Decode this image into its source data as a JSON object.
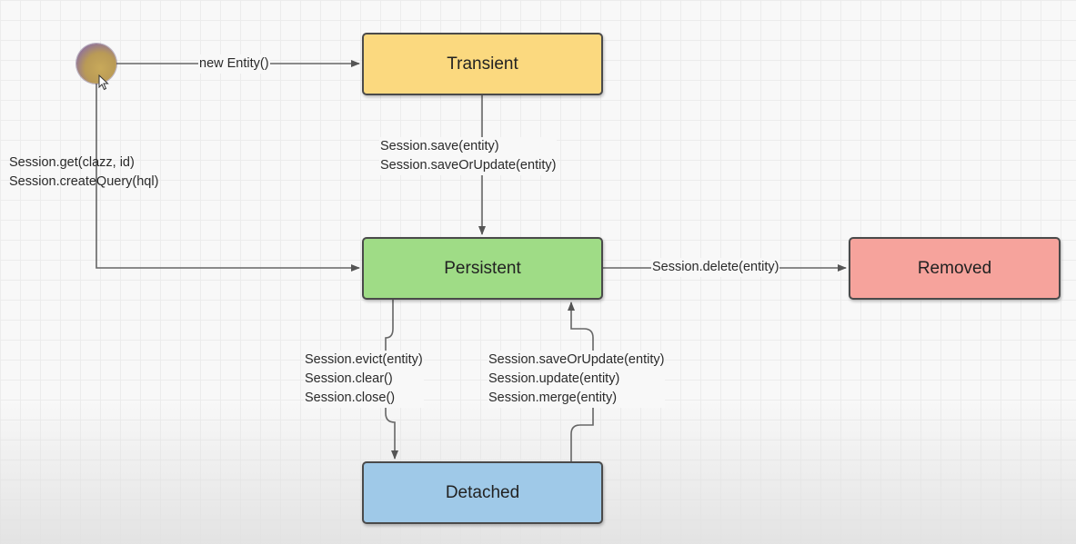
{
  "nodes": {
    "transient": "Transient",
    "persistent": "Persistent",
    "removed": "Removed",
    "detached": "Detached"
  },
  "edges": {
    "new_entity": "new Entity()",
    "get": [
      "Session.get(clazz, id)",
      "Session.createQuery(hql)"
    ],
    "save": [
      "Session.save(entity)",
      "Session.saveOrUpdate(entity)"
    ],
    "delete": "Session.delete(entity)",
    "evict": [
      "Session.evict(entity)",
      "Session.clear()",
      "Session.close()"
    ],
    "reattach": [
      "Session.saveOrUpdate(entity)",
      "Session.update(entity)",
      "Session.merge(entity)"
    ]
  },
  "colors": {
    "transient": "#fbd97f",
    "persistent": "#9fdc86",
    "removed": "#f6a39c",
    "detached": "#9fc9e8",
    "arrow": "#555555"
  }
}
